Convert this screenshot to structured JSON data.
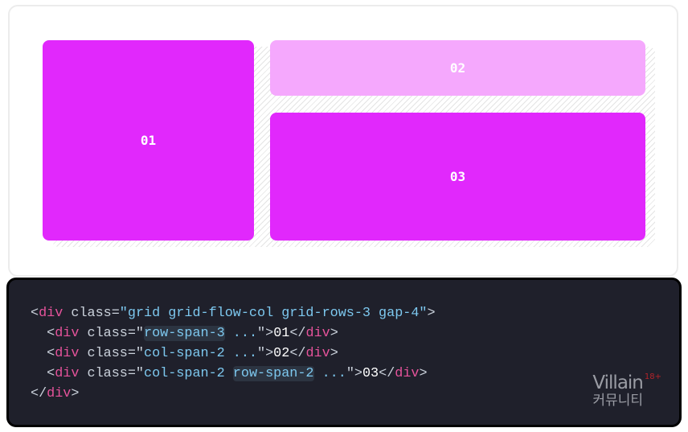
{
  "demo": {
    "items": [
      {
        "label": "01",
        "color": "#e128fc"
      },
      {
        "label": "02",
        "color": "#f5a8fd"
      },
      {
        "label": "03",
        "color": "#e128fc"
      }
    ]
  },
  "code": {
    "l1": {
      "open": "<",
      "tag": "div",
      "attr": " class=",
      "q1": "\"",
      "cls": "grid grid-flow-col grid-rows-3 gap-4",
      "q2": "\"",
      "close": ">"
    },
    "l2": {
      "pre": "  <",
      "tag": "div",
      "attr": " class=\"",
      "hl": "row-span-3",
      "rest": " ...",
      "q": "\">",
      "text": "01",
      "end": "</",
      "etag": "div",
      "gt": ">"
    },
    "l3": {
      "pre": "  <",
      "tag": "div",
      "attr": " class=\"",
      "cls": "col-span-2 ...",
      "q": "\">",
      "text": "02",
      "end": "</",
      "etag": "div",
      "gt": ">"
    },
    "l4": {
      "pre": "  <",
      "tag": "div",
      "attr": " class=\"",
      "cls": "col-span-2 ",
      "hl": "row-span-2",
      "rest": " ...",
      "q": "\">",
      "text": "03",
      "end": "</",
      "etag": "div",
      "gt": ">"
    },
    "l5": {
      "end": "</",
      "tag": "div",
      "gt": ">"
    }
  },
  "watermark": {
    "name": "Villain",
    "sub": "커뮤니티",
    "age": "18+"
  }
}
